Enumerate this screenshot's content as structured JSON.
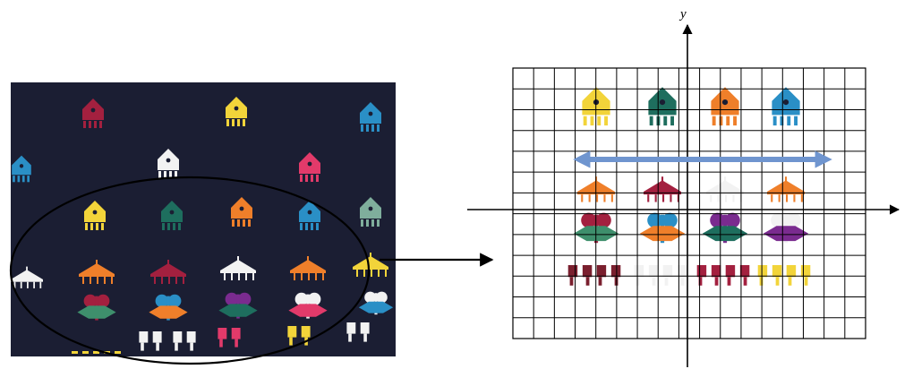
{
  "figure": {
    "axis_labels": {
      "y": "y"
    },
    "colors": {
      "fabric": "#1b1e33",
      "translation_arrow": "#6f95cf",
      "grid_line": "#000000",
      "yellow": "#f2d43a",
      "teal": "#1e6e5e",
      "orange": "#ef7f2a",
      "blue": "#2a8fc6",
      "crimson": "#a3203f",
      "maroon": "#7a1f2e",
      "white": "#f2f2f2",
      "purple": "#7a2b8f",
      "green": "#3e8f6c",
      "pink": "#e23a6a",
      "sage": "#7fae9c"
    },
    "fabric_photo": {
      "description_icon": "woven-textile-photo",
      "rows": [
        {
          "motif": "spirit-figure",
          "colors": [
            "crimson",
            "yellow",
            "blue"
          ]
        },
        {
          "motif": "spirit-figure",
          "colors": [
            "blue",
            "white",
            "pink"
          ]
        },
        {
          "motif": "spirit-figure",
          "colors": [
            "yellow",
            "teal",
            "orange",
            "blue",
            "sage"
          ]
        },
        {
          "motif": "umbrella-figure",
          "colors": [
            "white",
            "orange",
            "crimson",
            "white",
            "orange",
            "yellow"
          ]
        }
      ]
    },
    "grid_panel": {
      "columns": 17,
      "rows": 13,
      "motif_columns": [
        "yellow",
        "teal",
        "orange",
        "blue"
      ],
      "umbrella_columns": [
        "orange",
        "crimson",
        "white",
        "orange"
      ],
      "legs_columns": [
        "maroon",
        "white",
        "crimson",
        "yellow"
      ]
    }
  }
}
